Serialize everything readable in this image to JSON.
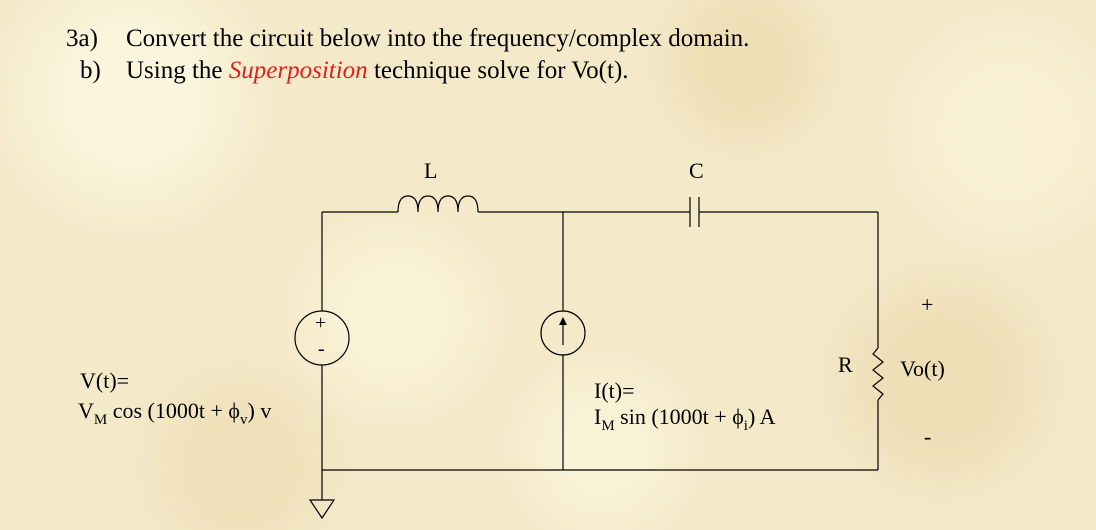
{
  "question": {
    "part_a_label": "3a)",
    "part_a_text": "Convert the circuit below into the frequency/complex domain.",
    "part_b_label": "b)",
    "part_b_text_before": "Using the",
    "part_b_highlight": "Superposition",
    "part_b_text_after": "technique solve for Vo(t).",
    "highlight_color": "#e0201a"
  },
  "circuit": {
    "inductor_label": "L",
    "capacitor_label": "C",
    "resistor_label": "R",
    "output_label": "Vo(t)",
    "output_plus": "+",
    "output_minus": "-",
    "voltage_source": {
      "plus": "+",
      "minus": "-",
      "line1": "V(t)=",
      "line2_prefix": "V",
      "line2_sub": "M",
      "line2_mid": " cos (1000t + ϕ",
      "line2_phase_sub": "v",
      "line2_suffix": ") v"
    },
    "current_source": {
      "line1": "I(t)=",
      "line2_prefix": "I",
      "line2_sub": "M",
      "line2_mid": " sin (1000t + ϕ",
      "line2_phase_sub": "i",
      "line2_suffix": ") A"
    }
  }
}
